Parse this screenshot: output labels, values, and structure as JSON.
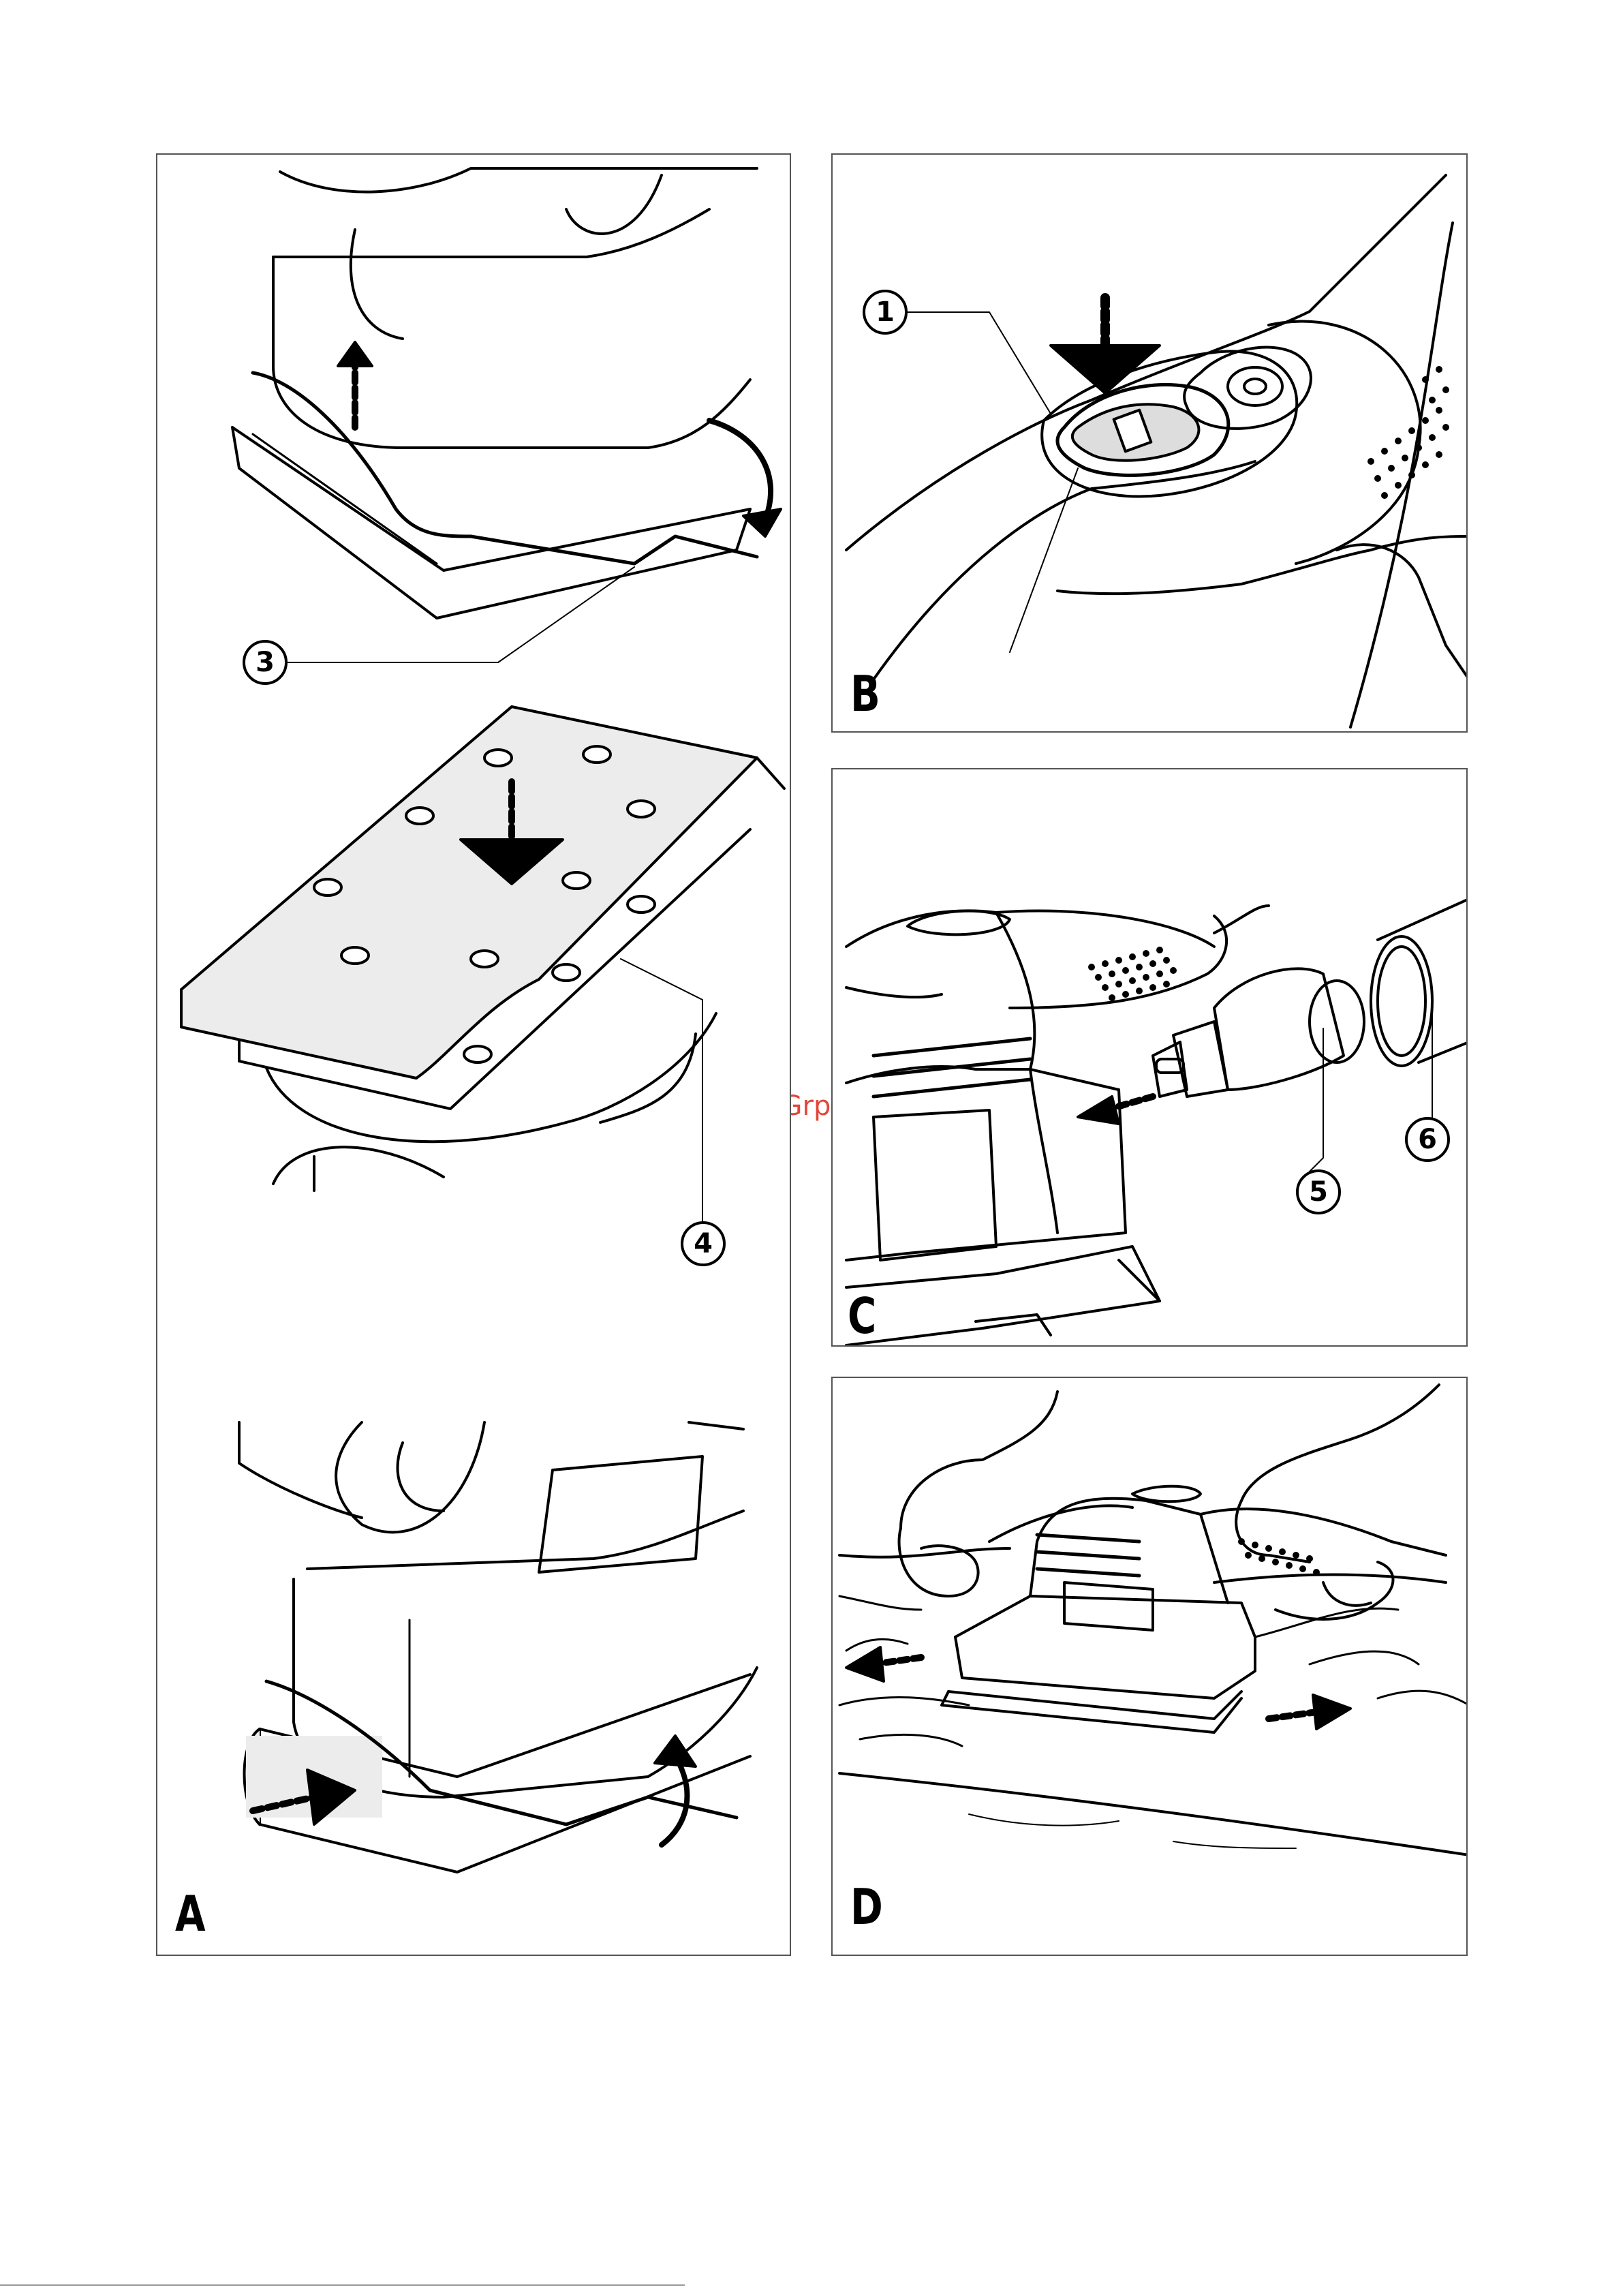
{
  "watermark": {
    "text": "McGrp.Ru",
    "color": "#e2463a"
  },
  "panels": {
    "a": {
      "letter": "A",
      "callouts": [
        "3",
        "4"
      ]
    },
    "b": {
      "letter": "B",
      "callouts": [
        "1"
      ]
    },
    "c": {
      "letter": "C",
      "callouts": [
        "5",
        "6"
      ]
    },
    "d": {
      "letter": "D",
      "callouts": []
    }
  },
  "colors": {
    "line": "#000000",
    "border": "#555555",
    "paper": "#ececec"
  }
}
